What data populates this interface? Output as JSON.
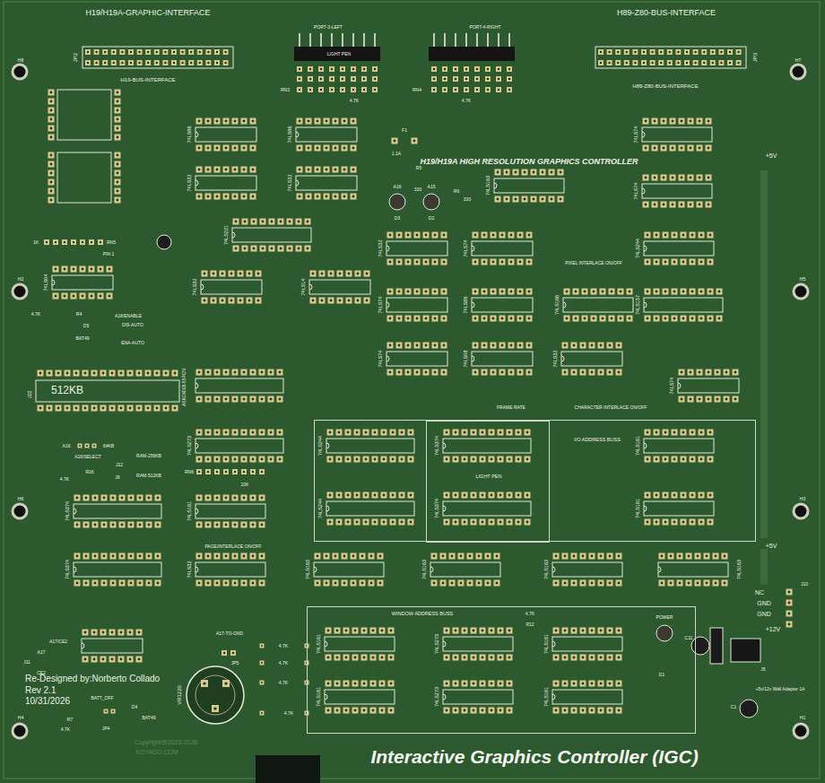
{
  "diagram": {
    "title": "Interactive Graphics Controller (IGC)",
    "nodes": [
      {
        "text": [
          "I/O ADDRESS BUSS"
        ]
      },
      {
        "text": [
          "LIGHT PEN"
        ],
        "in": 0
      },
      {
        "text": [
          "WINDOW ADDRESS BUSS"
        ]
      }
    ],
    "labels": [
      "H19/H19A-GRAPHIC-INTERFACE",
      "H89-Z80-BUS-INTERFACE",
      "PORT-3-LEFT",
      "LIGHT PEN",
      "PORT-4-RIGHT",
      "H19-BUS-INTERFACE",
      "H89-Z80-BUS-INTERFACE",
      "JP2",
      "JP3",
      "4.7K",
      "RN3",
      "4.7K",
      "RN4",
      "H19/H19A HIGH RESOLUTION GRAPHICS CONTROLLER",
      "F1",
      "1.1A",
      "R5",
      "330",
      "R6",
      "330",
      "A16",
      "A15",
      "D3",
      "D2",
      "+5V",
      "+5V",
      "+12V",
      "NC",
      "GND",
      "GND",
      "J10",
      "+5v/12v Wall Adapter 1A",
      "J5",
      "POWER",
      "D1",
      "C1",
      "C11",
      "512KB",
      "U22",
      "AS6C4008-55PCN",
      "A18/ENABLE",
      "DIS-AUTO",
      "ENA-AUTO",
      "BAT49",
      "D5",
      "4.7K",
      "R4",
      "A16",
      "64KB",
      "A16/SELECT",
      "RAM-256KB",
      "J12",
      "RAM-512KB",
      "J9",
      "R16",
      "4.7K",
      "10K",
      "RN6",
      "1K",
      "RN5",
      "PIN 1",
      "PIXEL INTERLACE ON/OFF",
      "FRAME RATE",
      "CHARACTER INTERLACE ON/OFF",
      "PAGE/INTERLACE ON/OFF",
      "A17/CE2",
      "A17",
      "CE2",
      "J11",
      "A17-TO-GND",
      "JP5",
      "VR1220",
      "4.7K",
      "4.7K",
      "4.7K",
      "4.7K",
      "BATT_OFF",
      "JP4",
      "R7",
      "4.7K",
      "D4",
      "BAT49",
      "Re-Designed by:Norberto Collado",
      "Rev 2.1",
      "10/31/2026",
      "Copyright@2025-2026",
      "KOYADO.COM",
      "H8",
      "H7",
      "H2",
      "H5",
      "H6",
      "H3",
      "H4",
      "H1",
      "4.7K",
      "R12",
      "74LS86",
      "74LS86",
      "74LS74",
      "74LS32",
      "74LS32",
      "74LS163",
      "74LS74",
      "74LS221",
      "74LS32",
      "74LS74",
      "74LS244",
      "74LS04",
      "74LS32",
      "74LS14",
      "74LS74",
      "74LS86",
      "74LS166",
      "74LS157",
      "74LS74",
      "74LS08",
      "74LS32",
      "74LS74",
      "74LS273",
      "74LS244",
      "74LS244",
      "74LS374",
      "74LS374",
      "74LS161",
      "74LS161",
      "74LS163",
      "74LS163",
      "74LS163",
      "74LS163",
      "74LS374",
      "74LS374",
      "74LS161",
      "74LS32",
      "74LS161",
      "74LS161",
      "74LS273",
      "74LS273",
      "74LS161",
      "74LS161"
    ]
  }
}
